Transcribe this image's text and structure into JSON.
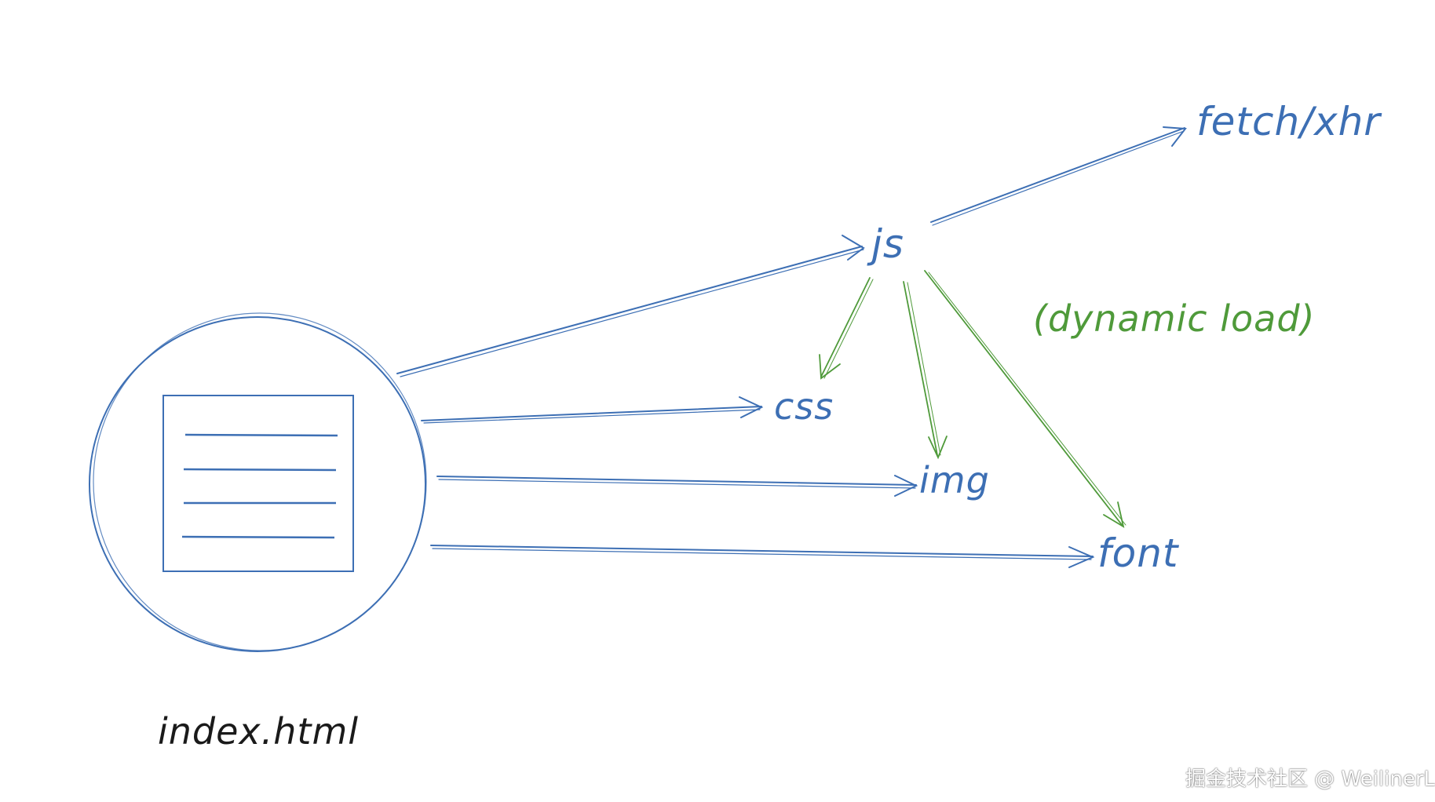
{
  "diagram": {
    "nodes": {
      "index": "index.html",
      "js": "js",
      "css": "css",
      "img": "img",
      "font": "font",
      "fetch": "fetch/xhr"
    },
    "annotation": "(dynamic load)",
    "edges": [
      {
        "from": "index.html",
        "to": "js",
        "kind": "static"
      },
      {
        "from": "index.html",
        "to": "css",
        "kind": "static"
      },
      {
        "from": "index.html",
        "to": "img",
        "kind": "static"
      },
      {
        "from": "index.html",
        "to": "font",
        "kind": "static"
      },
      {
        "from": "js",
        "to": "fetch/xhr",
        "kind": "static"
      },
      {
        "from": "js",
        "to": "css",
        "kind": "dynamic"
      },
      {
        "from": "js",
        "to": "img",
        "kind": "dynamic"
      },
      {
        "from": "js",
        "to": "font",
        "kind": "dynamic"
      }
    ]
  },
  "watermark": "掘金技术社区 @ WeilinerL",
  "colors": {
    "static": "#3d6fb4",
    "dynamic": "#4f9a3a",
    "ink": "#1a1a1a",
    "background": "#ffffff"
  }
}
